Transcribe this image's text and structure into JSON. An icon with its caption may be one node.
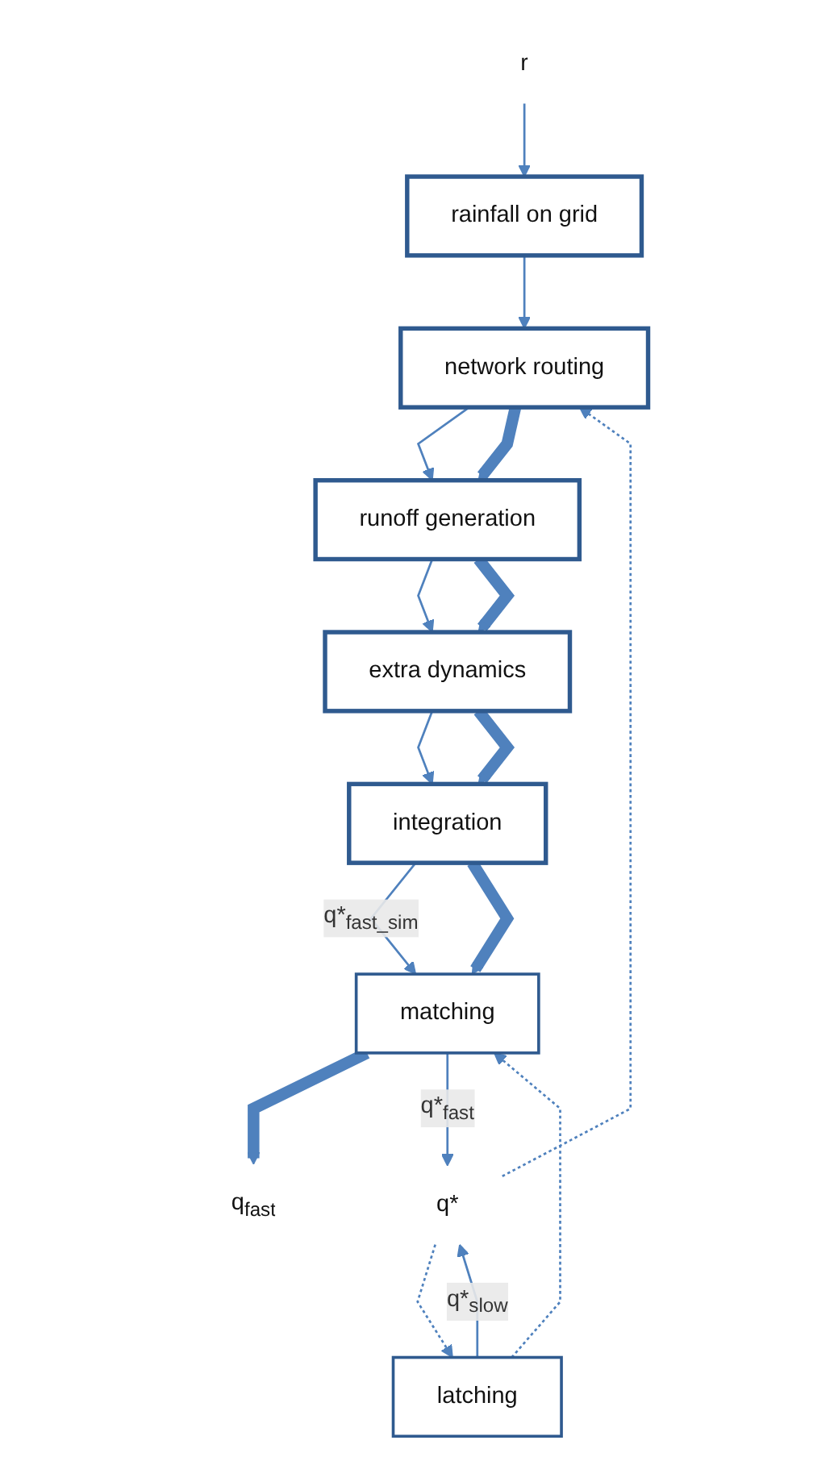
{
  "diagram": {
    "nodes": [
      {
        "text": [
          "r"
        ]
      },
      {
        "text": [
          "rainfall on grid"
        ]
      },
      {
        "text": [
          "network routing"
        ]
      },
      {
        "text": [
          "runoff generation"
        ]
      },
      {
        "text": [
          "extra dynamics"
        ]
      },
      {
        "text": [
          "integration"
        ]
      },
      {
        "text": [
          "latching"
        ]
      },
      {
        "text": [
          "matching"
        ]
      },
      {
        "text": [
          "q*"
        ]
      },
      {
        "text": [
          "q$_{fast}$"
        ]
      }
    ],
    "edges": [
      {
        "from": 0,
        "to": 1,
        "arrow": "to"
      },
      {
        "from": 1,
        "to": 2,
        "arrow": "to"
      },
      {
        "from": 2,
        "to": 3,
        "arrow": "to"
      },
      {
        "from": 2,
        "to": 3,
        "arrow": "to",
        "style": "thick"
      },
      {
        "from": 3,
        "to": 4,
        "arrow": "to"
      },
      {
        "from": 3,
        "to": 4,
        "arrow": "to",
        "style": "thick"
      },
      {
        "from": 4,
        "to": 5,
        "arrow": "to"
      },
      {
        "from": 4,
        "to": 5,
        "arrow": "to",
        "style": "thick"
      },
      {
        "from": 5,
        "to": 7,
        "arrow": "to",
        "label": "q*$_{fast_sim}$"
      },
      {
        "from": 5,
        "to": 7,
        "arrow": "to",
        "style": "thick"
      },
      {
        "from": 6,
        "to": 7,
        "arrow": "to",
        "style": "dashed"
      },
      {
        "from": 7,
        "to": 9,
        "arrow": "to",
        "style": "thick"
      },
      {
        "from": 7,
        "to": 8,
        "arrow": "to",
        "label": "q*$_{fast}$"
      },
      {
        "from": 6,
        "to": 8,
        "arrow": "to",
        "label": "q*$_{slow}$"
      },
      {
        "from": 8,
        "to": 2,
        "arrow": "to",
        "style": "dashed"
      },
      {
        "from": 8,
        "to": 6,
        "arrow": "to",
        "style": "dashed"
      }
    ]
  }
}
